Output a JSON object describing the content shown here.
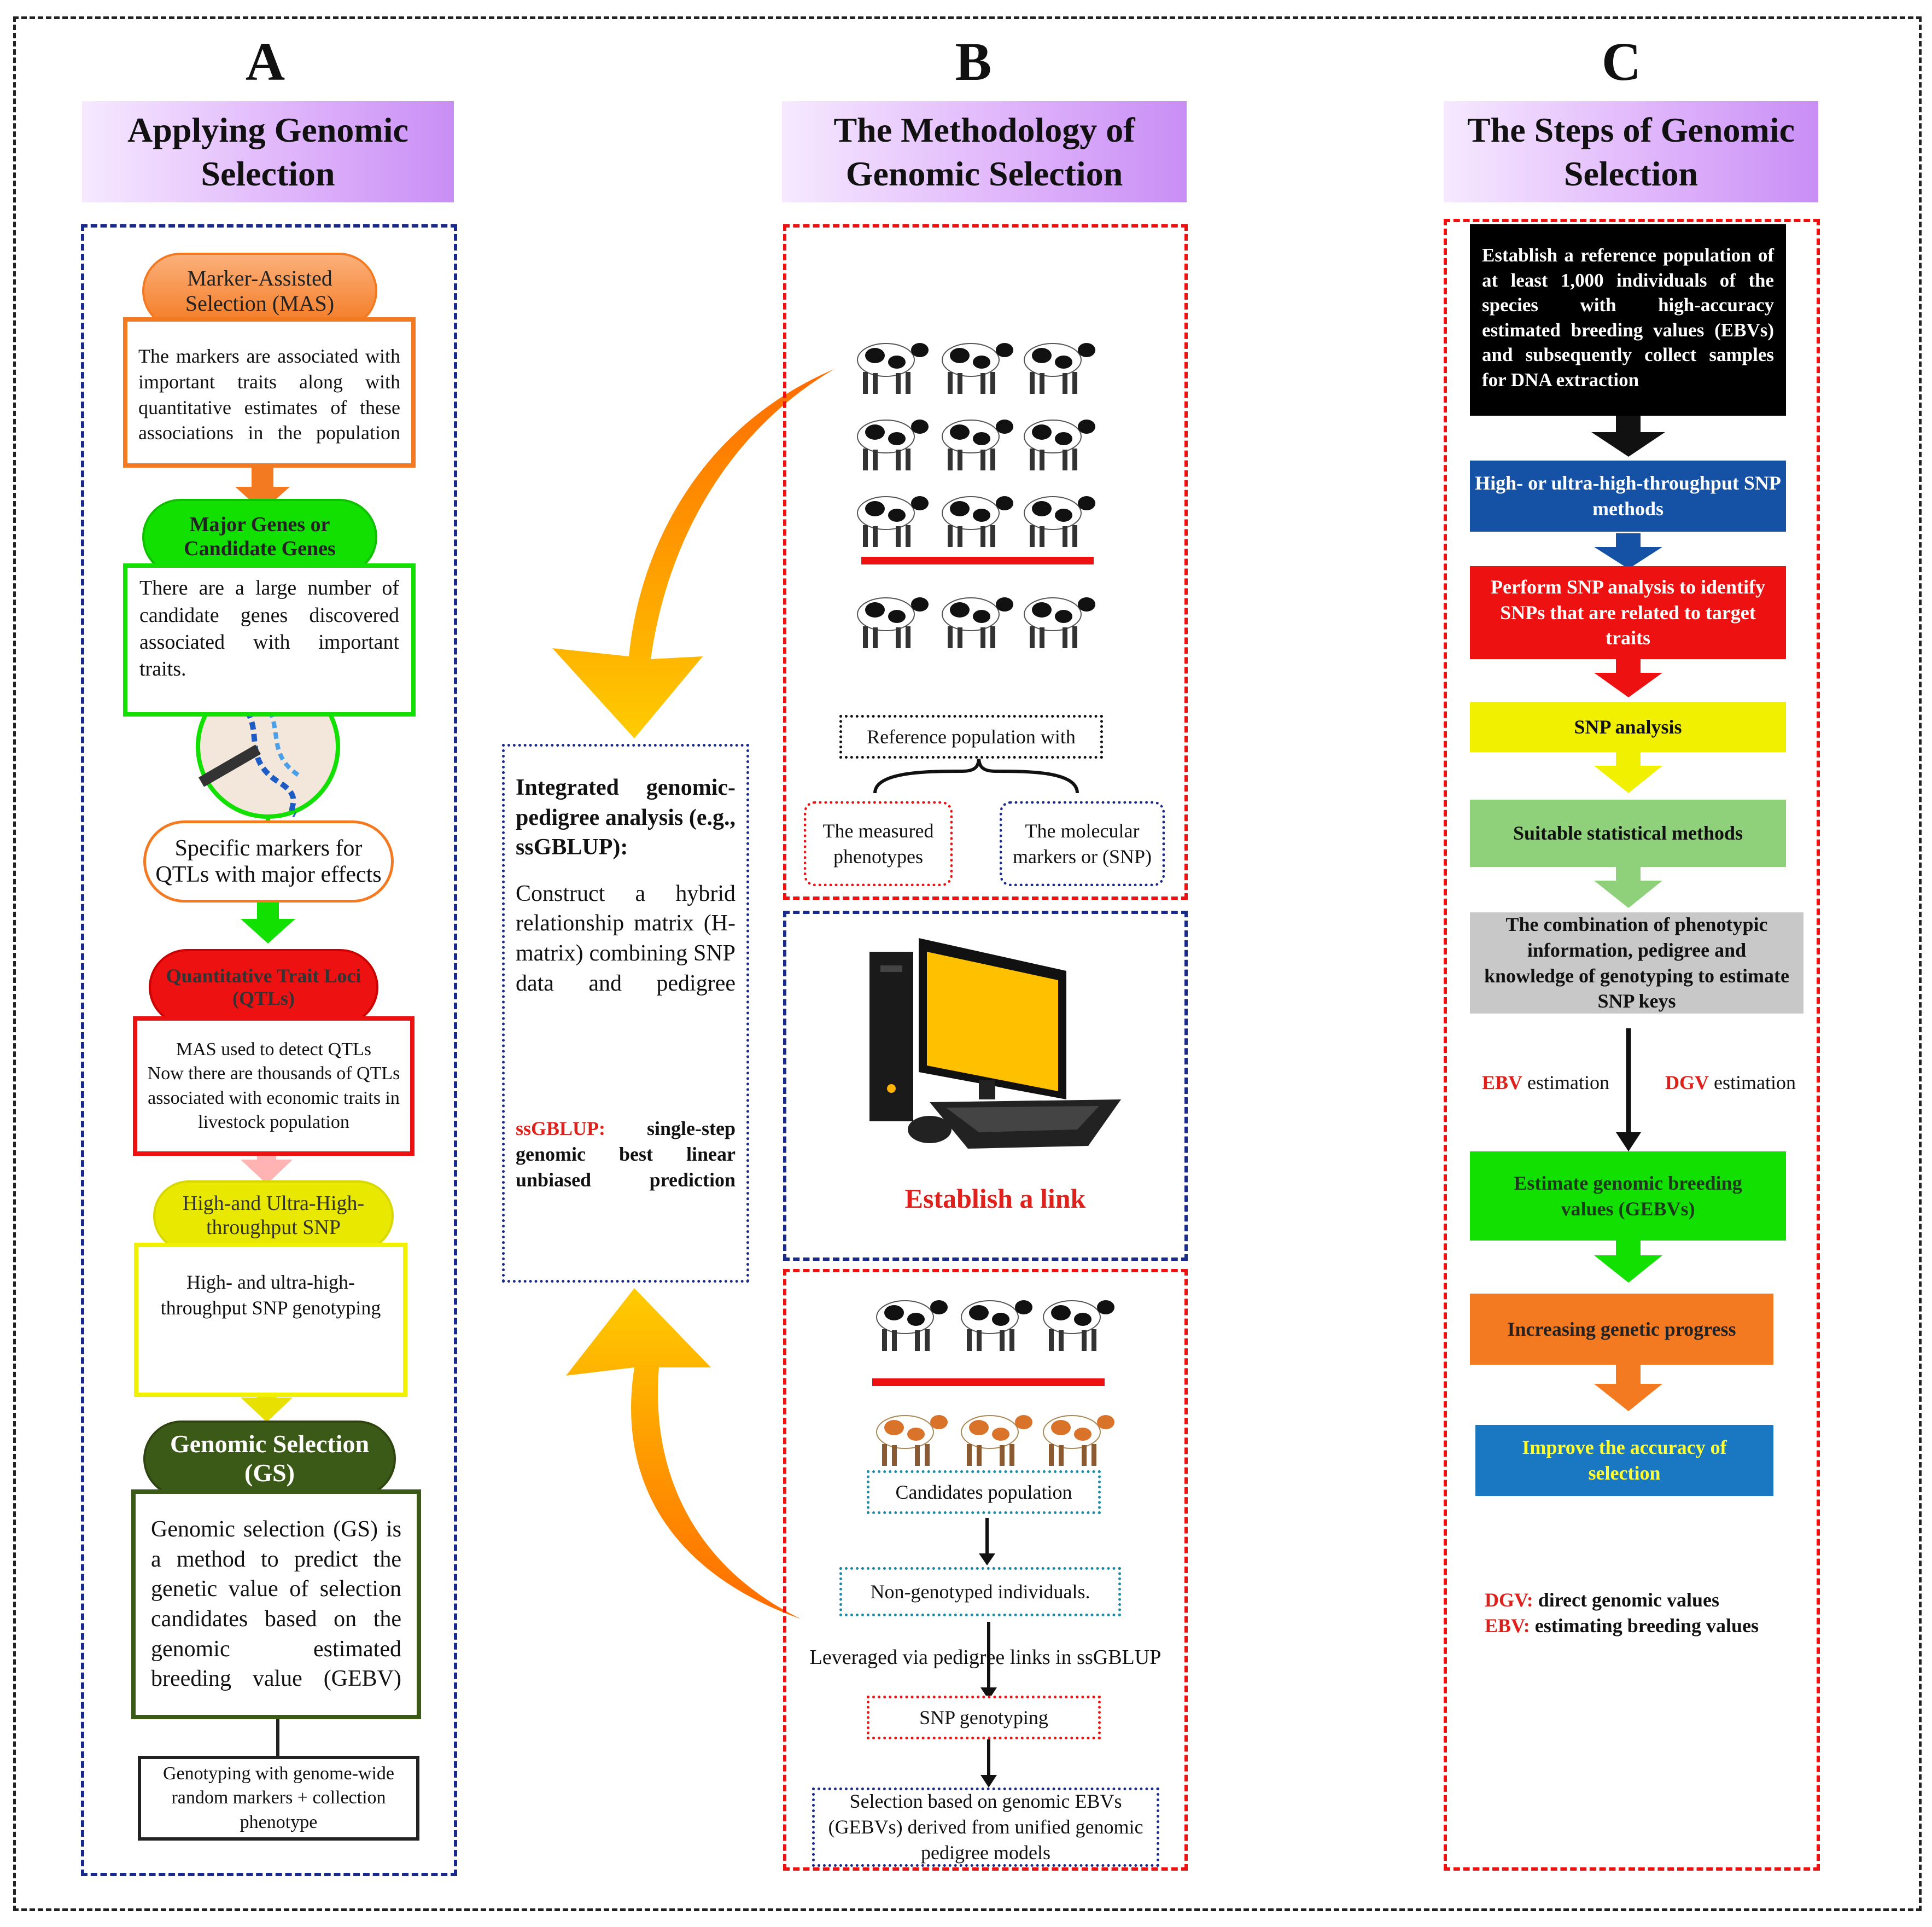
{
  "panel_a": {
    "letter": "A",
    "title": "Applying Genomic Selection",
    "mas_title": "Marker-Assisted Selection (MAS)",
    "mas_text": "The markers are associated with important traits along with quantitative estimates of these associations in the population",
    "major_title": "Major Genes or Candidate Genes",
    "major_text": "There are a large number of candidate genes discovered associated with important traits.",
    "specific": "Specific markers for QTLs with major effects",
    "qtl_title": "Quantitative Trait Loci (QTLs)",
    "qtl_text_1": "MAS used to detect QTLs",
    "qtl_text_2": "Now there are thousands of QTLs associated with economic traits in livestock population",
    "snp_title": "High-and Ultra-High-throughput SNP",
    "snp_text": "High- and ultra-high-throughput SNP genotyping",
    "gs_title": "Genomic Selection (GS)",
    "gs_text": "Genomic selection (GS) is a method to predict the genetic value of selection candidates based on the genomic estimated breeding value (GEBV)",
    "genotyping": "Genotyping with genome-wide random markers + collection phenotype"
  },
  "panel_b": {
    "letter": "B",
    "title": "The Methodology of Genomic Selection",
    "reference": "Reference population with",
    "measured": "The measured phenotypes",
    "molecular": "The molecular markers or (SNP)",
    "link": "Establish a link",
    "candidates": "Candidates population",
    "non_genotyped": "Non-genotyped individuals.",
    "leveraged": "Leveraged via pedigree links in ssGBLUP",
    "snp_genotyping": "SNP genotyping",
    "selection": "Selection based on genomic EBVs (GEBVs) derived from unified genomic pedigree models"
  },
  "integrated": {
    "heading": "Integrated genomic-pedigree analysis (e.g., ssGBLUP):",
    "body": "Construct a hybrid relationship matrix (H-matrix) combining SNP data and pedigree",
    "abbr": "ssGBLUP:",
    "abbr_def": " single-step genomic best linear unbiased prediction"
  },
  "panel_c": {
    "letter": "C",
    "title": "The Steps of Genomic Selection",
    "steps": [
      "Establish a reference population of at least 1,000 individuals of the species with high-accuracy estimated breeding values (EBVs) and subsequently collect samples for DNA extraction",
      "High- or ultra-high-throughput SNP methods",
      "Perform SNP analysis to identify SNPs that are related to target traits",
      "SNP analysis",
      "Suitable statistical methods",
      "The combination of phenotypic information, pedigree and knowledge of genotyping to estimate SNP keys"
    ],
    "ebv_abbr": "EBV",
    "ebv_est": " estimation",
    "dgv_abbr": "DGV",
    "dgv_est": " estimation",
    "steps2": [
      "Estimate genomic breeding values (GEBVs)",
      "Increasing genetic progress",
      "Improve the accuracy of selection"
    ],
    "legend_dgv_abbr": "DGV:",
    "legend_dgv": " direct genomic values",
    "legend_ebv_abbr": "EBV:",
    "legend_ebv": " estimating breeding values"
  },
  "colors": {
    "orange": "#f47a22",
    "green": "#12e000",
    "red": "#ee1111",
    "yellow": "#f0f000",
    "dark_green": "#3c5a17",
    "navy": "#1a2a8a",
    "blue_step": "#1552a6",
    "gray_step": "#c8c8c8",
    "light_green": "#8fd07a"
  }
}
